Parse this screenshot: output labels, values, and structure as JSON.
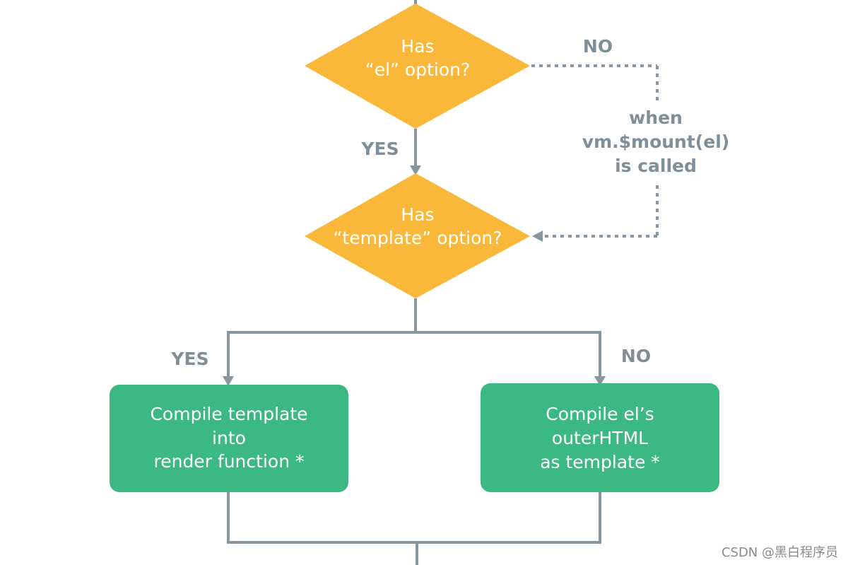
{
  "colors": {
    "decision_fill": "#f9b83a",
    "process_fill": "#3cb882",
    "connector": "#8797a1",
    "label": "#7f8f99",
    "node_text": "#ffffff"
  },
  "nodes": {
    "has_el": {
      "line1": "Has",
      "line2": "“el” option?"
    },
    "has_template": {
      "line1": "Has",
      "line2": "“template” option?"
    },
    "compile_template": {
      "line1": "Compile template",
      "line2": "into",
      "line3": "render function *"
    },
    "compile_el": {
      "line1": "Compile el’s",
      "line2": "outerHTML",
      "line3": "as template *"
    }
  },
  "edges": {
    "el_no": "NO",
    "el_yes": "YES",
    "mount_note": {
      "line1": "when",
      "line2": "vm.$mount(el)",
      "line3": "is called"
    },
    "template_yes": "YES",
    "template_no": "NO"
  },
  "watermark": "CSDN @黑白程序员"
}
